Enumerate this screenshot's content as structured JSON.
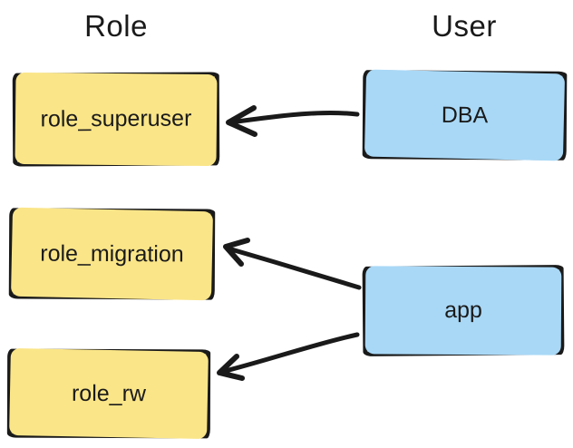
{
  "diagram": {
    "background": "#ffffff",
    "stroke_color": "#1a1a1a",
    "columns": [
      {
        "id": "role",
        "title": "Role"
      },
      {
        "id": "user",
        "title": "User"
      }
    ],
    "roles": [
      {
        "label": "role_superuser",
        "fill": "#fae588"
      },
      {
        "label": "role_migration",
        "fill": "#fae588"
      },
      {
        "label": "role_rw",
        "fill": "#fae588"
      }
    ],
    "users": [
      {
        "label": "DBA",
        "fill": "#a9d8f6"
      },
      {
        "label": "app",
        "fill": "#a9d8f6"
      }
    ],
    "edges": [
      {
        "from": "DBA",
        "to": "role_superuser"
      },
      {
        "from": "app",
        "to": "role_migration"
      },
      {
        "from": "app",
        "to": "role_rw"
      }
    ]
  }
}
